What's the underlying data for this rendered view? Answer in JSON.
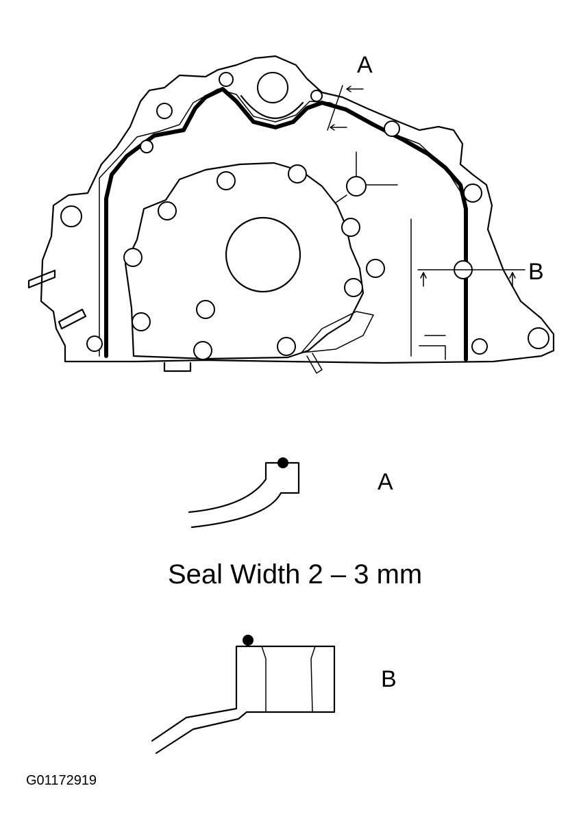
{
  "callouts": {
    "top_a": "A",
    "top_b": "B",
    "detail_a": "A",
    "detail_b": "B"
  },
  "seal_width_note": "Seal Width 2 – 3 mm",
  "figure_id": "G01172919",
  "colors": {
    "line": "#000000",
    "background": "#ffffff"
  }
}
